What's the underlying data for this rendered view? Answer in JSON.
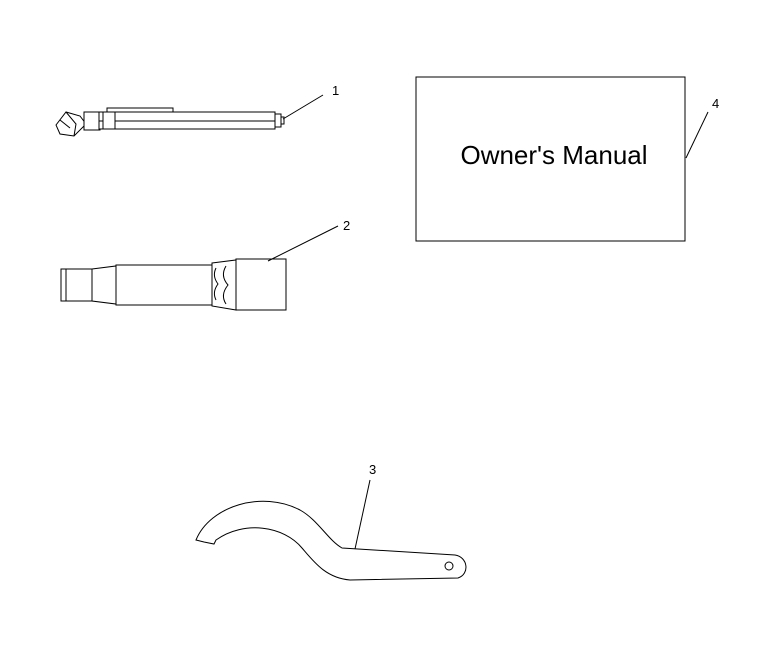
{
  "callouts": {
    "c1": "1",
    "c2": "2",
    "c3": "3",
    "c4": "4"
  },
  "manual": {
    "title": "Owner's Manual"
  },
  "colors": {
    "line": "#000000",
    "background": "#ffffff"
  }
}
